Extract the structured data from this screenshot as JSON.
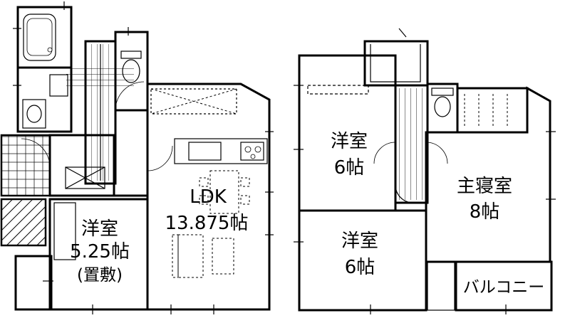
{
  "floor1": {
    "ldk": {
      "name": "LDK",
      "size": "13.875帖"
    },
    "western": {
      "name": "洋室",
      "size": "5.25帖",
      "note": "(置敷)"
    }
  },
  "floor2": {
    "western_top": {
      "name": "洋室",
      "size": "6帖"
    },
    "western_bottom": {
      "name": "洋室",
      "size": "6帖"
    },
    "master": {
      "name": "主寝室",
      "size": "8帖"
    },
    "balcony": {
      "name": "バルコニー"
    }
  }
}
